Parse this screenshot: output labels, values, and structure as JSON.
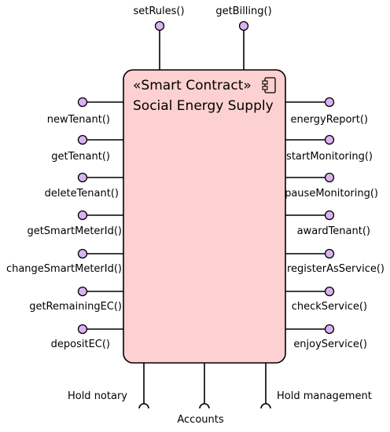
{
  "component": {
    "stereotype": "«Smart Contract»",
    "name": "Social Energy Supply",
    "icon": "uml-component-icon",
    "fill_color": "#fdd1d1",
    "interface_color": "#d9b3f0"
  },
  "top_interfaces": [
    "setRules()",
    "getBilling()"
  ],
  "left_interfaces": [
    "newTenant()",
    "getTenant()",
    "deleteTenant()",
    "getSmartMeterId()",
    "changeSmartMeterId()",
    "getRemainingEC()",
    "depositEC()"
  ],
  "right_interfaces": [
    "energyReport()",
    "startMonitoring()",
    "pauseMonitoring()",
    "awardTenant()",
    "registerAsService()",
    "checkService()",
    "enjoyService()"
  ],
  "bottom_required": [
    "Hold notary",
    "Accounts",
    "Hold management"
  ]
}
